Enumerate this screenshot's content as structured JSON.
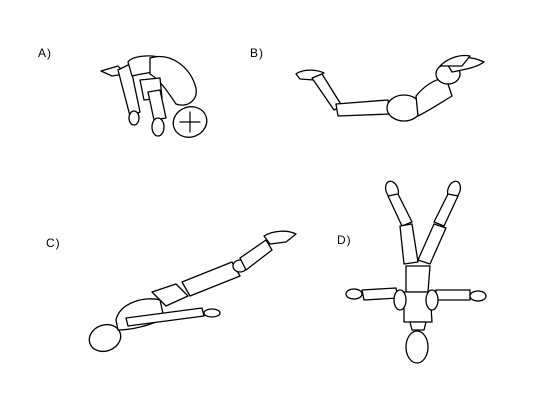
{
  "panels": [
    {
      "id": "a",
      "label": "A)"
    },
    {
      "id": "b",
      "label": "B)"
    },
    {
      "id": "c",
      "label": "C)"
    },
    {
      "id": "d",
      "label": "D)"
    }
  ]
}
